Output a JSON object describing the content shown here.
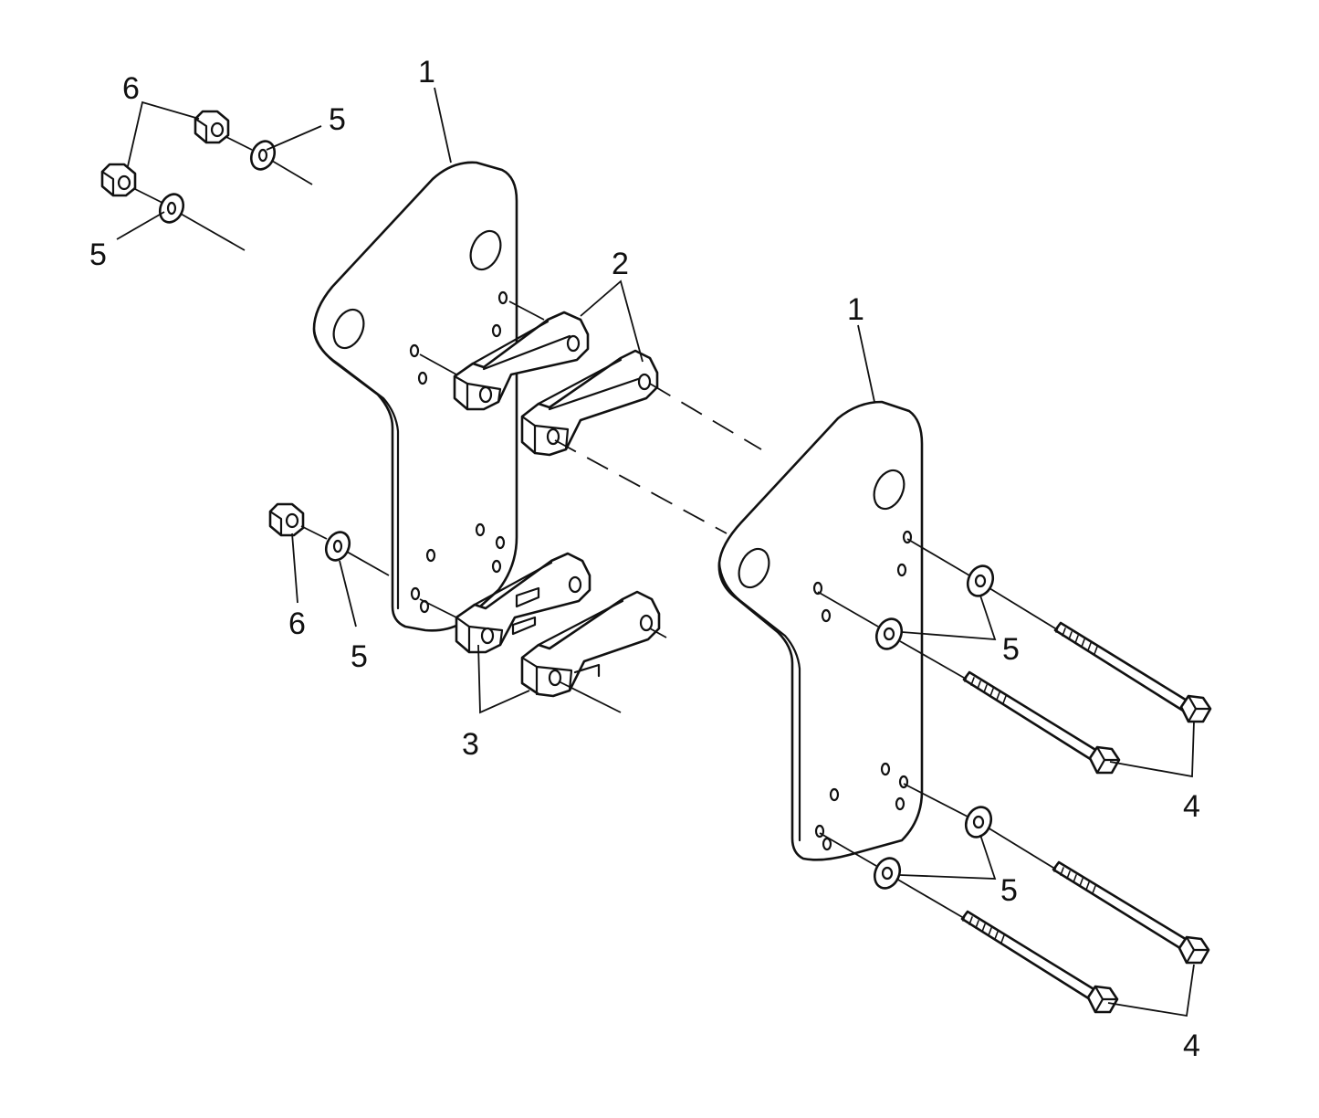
{
  "diagram": {
    "type": "exploded-assembly",
    "callouts": {
      "plate_left": "1",
      "plate_right": "1",
      "spacers_upper": "2",
      "spacers_lower": "3",
      "bolts_upper": "4",
      "bolts_lower": "4",
      "washers_top_right": "5",
      "washers_top_left": "5",
      "washers_mid": "5",
      "washers_right_upper": "5",
      "washers_right_lower": "5",
      "nuts_top": "6",
      "nut_mid": "6"
    }
  }
}
